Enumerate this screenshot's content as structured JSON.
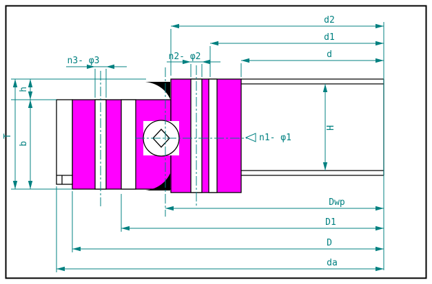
{
  "colors": {
    "section_fill": "#FF00FF",
    "dimension_lines": "#008080",
    "outline": "#000000",
    "seal_fill": "#000000",
    "background": "#FFFFFF"
  },
  "dimensions": {
    "d2": "d2",
    "d1": "d1",
    "d": "d",
    "n3": "n3- φ3",
    "n2": "n2- φ2",
    "n1": "n1- φ1",
    "H": "H",
    "T": "T",
    "h": "h",
    "b": "b",
    "Dwp": "Dwp",
    "D1": "D1",
    "D": "D",
    "da": "da"
  }
}
